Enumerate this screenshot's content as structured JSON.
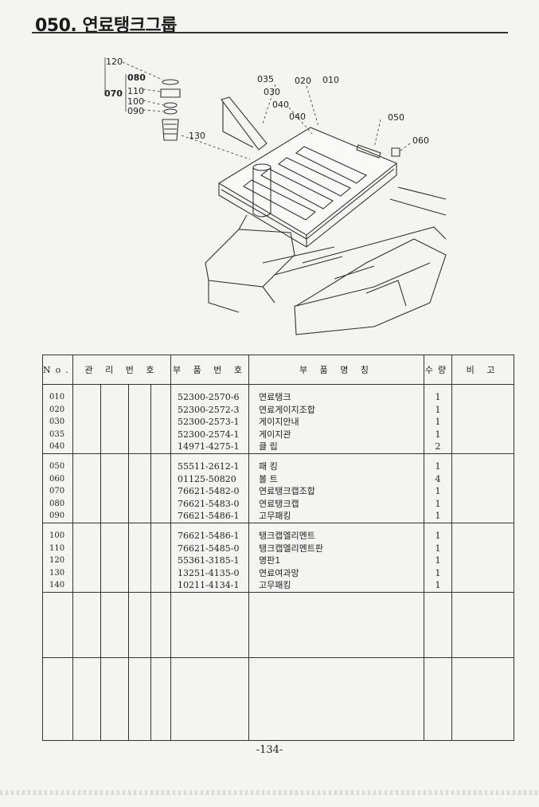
{
  "header": {
    "title": "050. 연료탱크그룹"
  },
  "diagram": {
    "callouts": [
      "120",
      "080",
      "070",
      "110",
      "100",
      "090",
      "130",
      "035",
      "030",
      "020",
      "010",
      "040",
      "040",
      "050",
      "060"
    ]
  },
  "table": {
    "headers": {
      "no": "No.",
      "mgmt": "관 리 번 호",
      "part": "부 품 번 호",
      "name": "부 품 명 칭",
      "qty": "수량",
      "note": "비 고"
    },
    "groups": [
      {
        "rows": [
          {
            "no": "010",
            "part": "52300-2570-6",
            "name": "연료탱크",
            "qty": "1"
          },
          {
            "no": "020",
            "part": "52300-2572-3",
            "name": "연료게이지조합",
            "qty": "1"
          },
          {
            "no": "030",
            "part": "52300-2573-1",
            "name": "게이지안내",
            "qty": "1"
          },
          {
            "no": "035",
            "part": "52300-2574-1",
            "name": "게이지관",
            "qty": "1"
          },
          {
            "no": "040",
            "part": "14971-4275-1",
            "name": "클 립",
            "qty": "2"
          }
        ]
      },
      {
        "rows": [
          {
            "no": "050",
            "part": "55511-2612-1",
            "name": "패 킹",
            "qty": "1"
          },
          {
            "no": "060",
            "part": "01125-50820",
            "name": "볼 트",
            "qty": "4"
          },
          {
            "no": "070",
            "part": "76621-5482-0",
            "name": "연료탱크캡조합",
            "qty": "1"
          },
          {
            "no": "080",
            "part": "76621-5483-0",
            "name": "연료탱크캡",
            "qty": "1"
          },
          {
            "no": "090",
            "part": "76621-5486-1",
            "name": "고무패킹",
            "qty": "1"
          }
        ]
      },
      {
        "rows": [
          {
            "no": "100",
            "part": "76621-5486-1",
            "name": "탱크캡엘리멘트",
            "qty": "1"
          },
          {
            "no": "110",
            "part": "76621-5485-0",
            "name": "탱크캡엘리멘트판",
            "qty": "1"
          },
          {
            "no": "120",
            "part": "55361-3185-1",
            "name": "명판1",
            "qty": "1"
          },
          {
            "no": "130",
            "part": "13251-4135-0",
            "name": "연료여과망",
            "qty": "1"
          },
          {
            "no": "140",
            "part": "10211-4134-1",
            "name": "고무패킹",
            "qty": "1"
          }
        ]
      }
    ]
  },
  "footer": {
    "page": "-134-"
  }
}
